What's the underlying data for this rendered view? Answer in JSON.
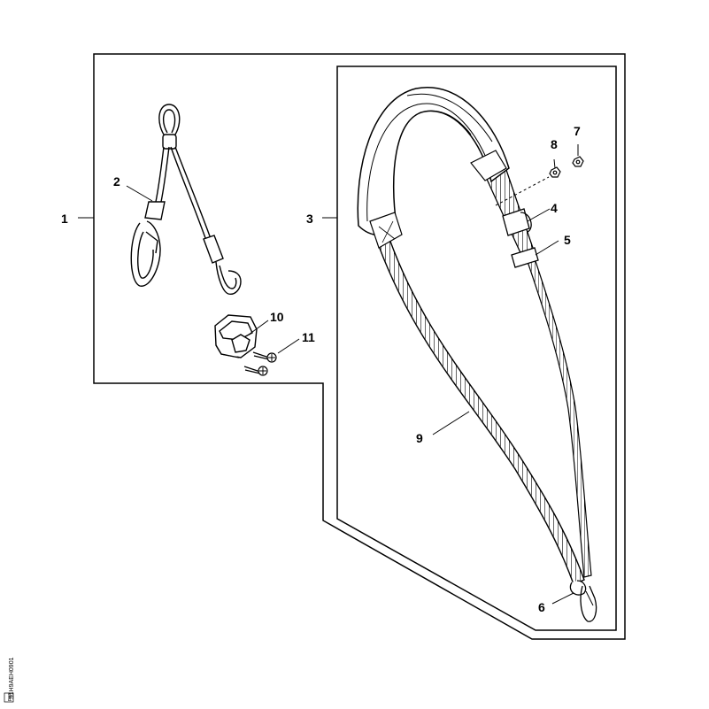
{
  "diagram": {
    "callouts": [
      {
        "id": "1",
        "label": "1"
      },
      {
        "id": "2",
        "label": "2"
      },
      {
        "id": "3",
        "label": "3"
      },
      {
        "id": "4",
        "label": "4"
      },
      {
        "id": "5",
        "label": "5"
      },
      {
        "id": "6",
        "label": "6"
      },
      {
        "id": "7",
        "label": "7"
      },
      {
        "id": "8",
        "label": "8"
      },
      {
        "id": "9",
        "label": "9"
      },
      {
        "id": "10",
        "label": "10"
      },
      {
        "id": "11",
        "label": "11"
      }
    ],
    "drawing_code": "S1H9AEH0901",
    "drawing_tag": "PAR"
  }
}
